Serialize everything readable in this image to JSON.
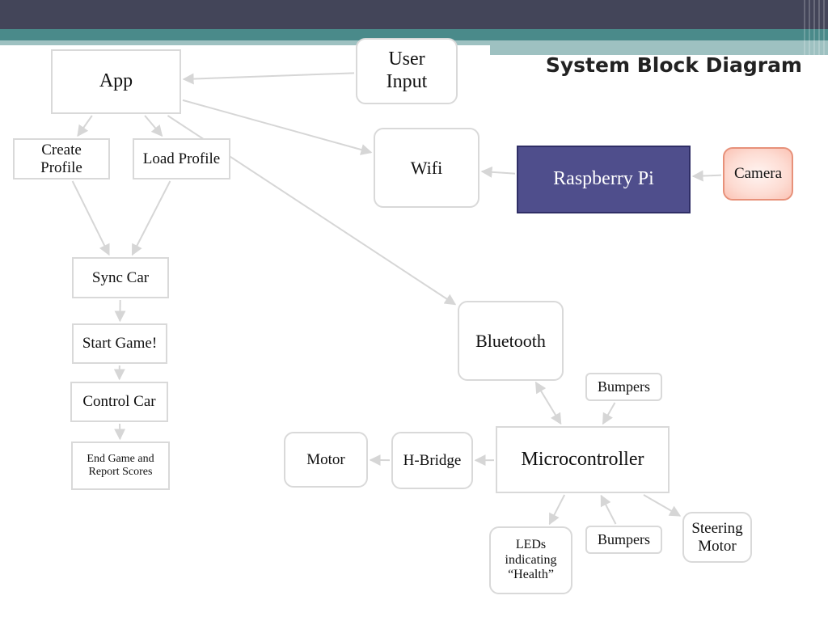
{
  "title": "System Block Diagram",
  "colors": {
    "header_dark": "#434559",
    "header_teal": "#4a8a8a",
    "header_light": "#9ec1c1",
    "box_border": "#d9d9d9",
    "arrow": "#d6d6d6",
    "rpi_fill": "#4f4e8c",
    "rpi_text": "#ffffff",
    "camera_fill_light": "#fff4f1",
    "camera_fill_dark": "#fbc2b4",
    "camera_border": "#e7917a"
  },
  "nodes": {
    "app": "App",
    "user_input": "User\nInput",
    "create_profile": "Create\nProfile",
    "load_profile": "Load Profile",
    "wifi": "Wifi",
    "raspberry_pi": "Raspberry Pi",
    "camera": "Camera",
    "sync_car": "Sync Car",
    "start_game": "Start Game!",
    "control_car": "Control Car",
    "end_game": "End Game and\nReport Scores",
    "bluetooth": "Bluetooth",
    "bumpers_top": "Bumpers",
    "motor": "Motor",
    "h_bridge": "H-Bridge",
    "microcontroller": "Microcontroller",
    "leds": "LEDs\nindicating\n“Health”",
    "bumpers_bottom": "Bumpers",
    "steering_motor": "Steering\nMotor"
  },
  "edges": [
    {
      "from": "user_input",
      "to": "app"
    },
    {
      "from": "app",
      "to": "create_profile"
    },
    {
      "from": "app",
      "to": "load_profile"
    },
    {
      "from": "app",
      "to": "wifi"
    },
    {
      "from": "app",
      "to": "bluetooth"
    },
    {
      "from": "raspberry_pi",
      "to": "wifi"
    },
    {
      "from": "camera",
      "to": "raspberry_pi"
    },
    {
      "from": "create_profile",
      "to": "sync_car"
    },
    {
      "from": "load_profile",
      "to": "sync_car"
    },
    {
      "from": "sync_car",
      "to": "start_game"
    },
    {
      "from": "start_game",
      "to": "control_car"
    },
    {
      "from": "control_car",
      "to": "end_game"
    },
    {
      "from": "bluetooth",
      "to": "microcontroller",
      "bidirectional": true
    },
    {
      "from": "bumpers_top",
      "to": "microcontroller"
    },
    {
      "from": "microcontroller",
      "to": "h_bridge"
    },
    {
      "from": "h_bridge",
      "to": "motor"
    },
    {
      "from": "microcontroller",
      "to": "leds"
    },
    {
      "from": "bumpers_bottom",
      "to": "microcontroller"
    },
    {
      "from": "microcontroller",
      "to": "steering_motor"
    }
  ]
}
